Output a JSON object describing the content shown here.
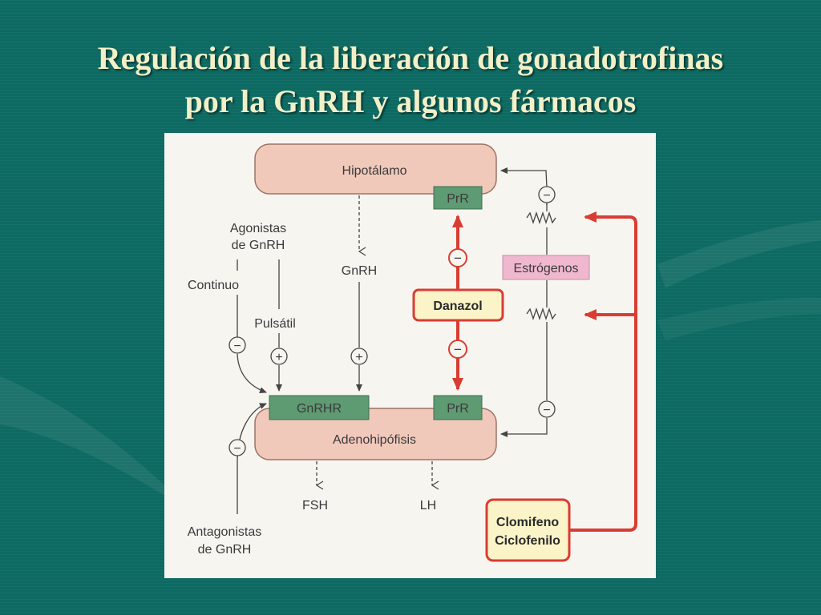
{
  "title": {
    "line1": "Regulación de la liberación de gonadotrofinas",
    "line2": "por la GnRH y algunos fármacos"
  },
  "diagram": {
    "hipotalamo": "Hipotálamo",
    "adenohipofisis": "Adenohipófisis",
    "prr_top": "PrR",
    "prr_bottom": "PrR",
    "gnrhr": "GnRHR",
    "gnrh": "GnRH",
    "agonistas_line1": "Agonistas",
    "agonistas_line2": "de GnRH",
    "continuo": "Continuo",
    "pulsatil": "Pulsátil",
    "antagonistas_line1": "Antagonistas",
    "antagonistas_line2": "de GnRH",
    "danazol": "Danazol",
    "estrogenos": "Estrógenos",
    "fsh": "FSH",
    "lh": "LH",
    "clomifeno": "Clomifeno",
    "ciclofenilo": "Ciclofenilo",
    "minus": "−",
    "plus": "+"
  },
  "colors": {
    "background": "#0d6a62",
    "title": "#f2f0c8",
    "organ_fill": "#f1c9bb",
    "receptor_fill": "#5e9a72",
    "drug_fill": "#fbf4c8",
    "drug_border": "#d83d33",
    "estrogen_fill": "#f0b8cf",
    "arrow_red": "#d83d33"
  }
}
